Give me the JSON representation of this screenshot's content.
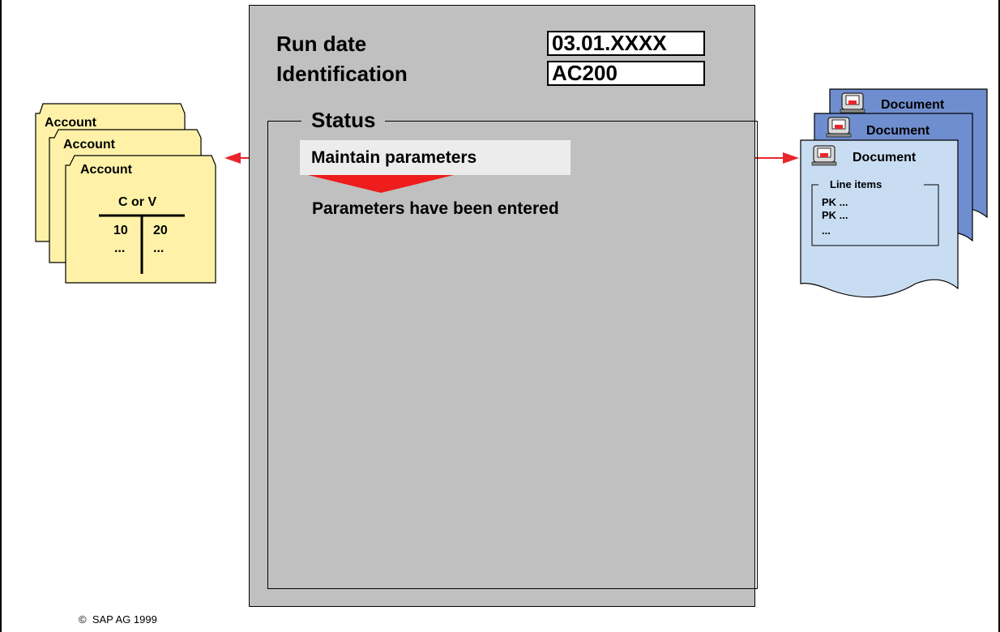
{
  "panel": {
    "run_date_label": "Run date",
    "run_date_value": "03.01.XXXX",
    "identification_label": "Identification",
    "identification_value": "AC200",
    "status_title": "Status",
    "maintain_label": "Maintain parameters",
    "entered_text": "Parameters have been entered"
  },
  "accounts": {
    "cards": [
      "Account",
      "Account",
      "Account"
    ],
    "t_header": "C or V",
    "debit_value": "10",
    "credit_value": "20",
    "debit_more": "...",
    "credit_more": "..."
  },
  "documents": {
    "cards": [
      "Document",
      "Document",
      "Document"
    ],
    "line_items_title": "Line items",
    "lines": [
      "PK ...",
      "PK ...",
      "..."
    ]
  },
  "footer": {
    "copyright": "SAP AG 1999"
  },
  "colors": {
    "panel": "#c0c0c0",
    "account_card": "#fff2a8",
    "document_card": "#c9ddf2",
    "document_card_back": "#6f8ecf",
    "arrow": "#e8262c",
    "triangle": "#ee1c1c"
  },
  "icons": [
    "document-printer-icon",
    "arrow-left-icon",
    "arrow-right-icon"
  ]
}
